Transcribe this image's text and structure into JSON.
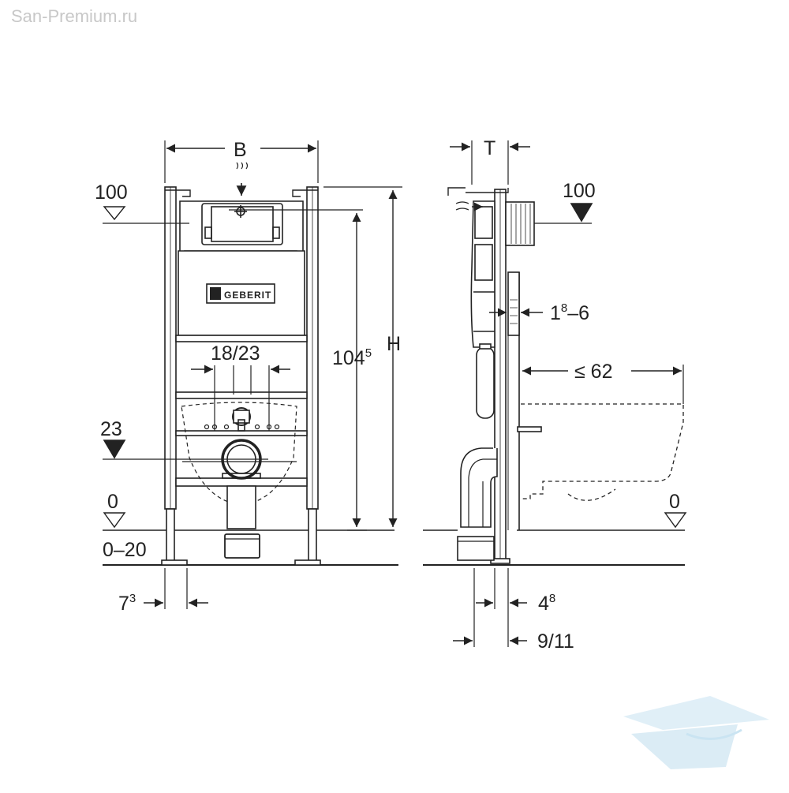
{
  "watermark": "San-Premium.ru",
  "front_view": {
    "width_label": "B",
    "height_label": "H",
    "height_dim": "104",
    "height_dim_sup": "5",
    "top_ref": "100",
    "inlet_spacing": "18/23",
    "outlet_ref": "23",
    "floor_ref": "0",
    "adjust_range": "0–20",
    "foot_offset": "7",
    "foot_offset_sup": "3",
    "brand": "GEBERIT"
  },
  "side_view": {
    "depth_label": "T",
    "top_ref": "100",
    "wall_gap": "1",
    "wall_gap_sup": "8",
    "wall_gap_tail": "–6",
    "bowl_proj": "≤ 62",
    "floor_ref": "0",
    "pipe_offset": "4",
    "pipe_offset_sup": "8",
    "pipe_depth": "9/11"
  },
  "colors": {
    "line": "#222222",
    "logo": "#cfe6f2"
  }
}
